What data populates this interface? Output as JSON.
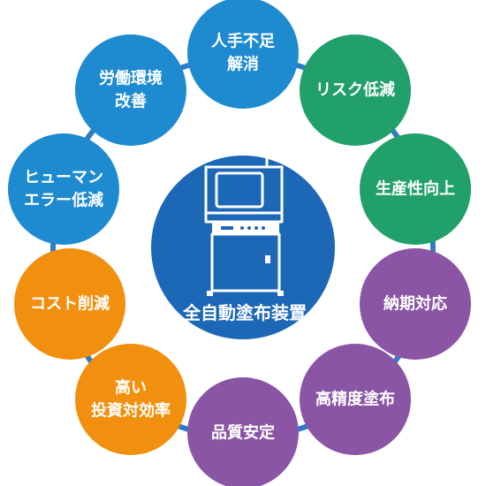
{
  "center": {
    "label": "全自動塗布装置",
    "color": "#1c67b6",
    "icon": "dispensing-machine-icon"
  },
  "ring_color": "#2f7cc6",
  "benefits": [
    {
      "id": "labor-shortage",
      "lines": [
        "人手不足",
        "解消"
      ],
      "color": "#1e8bd0"
    },
    {
      "id": "risk-reduction",
      "lines": [
        "リスク低減"
      ],
      "color": "#22a06b"
    },
    {
      "id": "productivity",
      "lines": [
        "生産性向上"
      ],
      "color": "#22a06b"
    },
    {
      "id": "delivery",
      "lines": [
        "納期対応"
      ],
      "color": "#8a55a5"
    },
    {
      "id": "precision-coating",
      "lines": [
        "高精度塗布"
      ],
      "color": "#8a55a5"
    },
    {
      "id": "quality-stability",
      "lines": [
        "品質安定"
      ],
      "color": "#8a55a5"
    },
    {
      "id": "roi",
      "lines": [
        "高い",
        "投資対効率"
      ],
      "color": "#f1900f"
    },
    {
      "id": "cost-reduction",
      "lines": [
        "コスト削減"
      ],
      "color": "#f1900f"
    },
    {
      "id": "human-error",
      "lines": [
        "ヒューマン",
        "エラー低減"
      ],
      "color": "#1e8bd0"
    },
    {
      "id": "work-environment",
      "lines": [
        "労働環境",
        "改善"
      ],
      "color": "#1e8bd0"
    }
  ]
}
